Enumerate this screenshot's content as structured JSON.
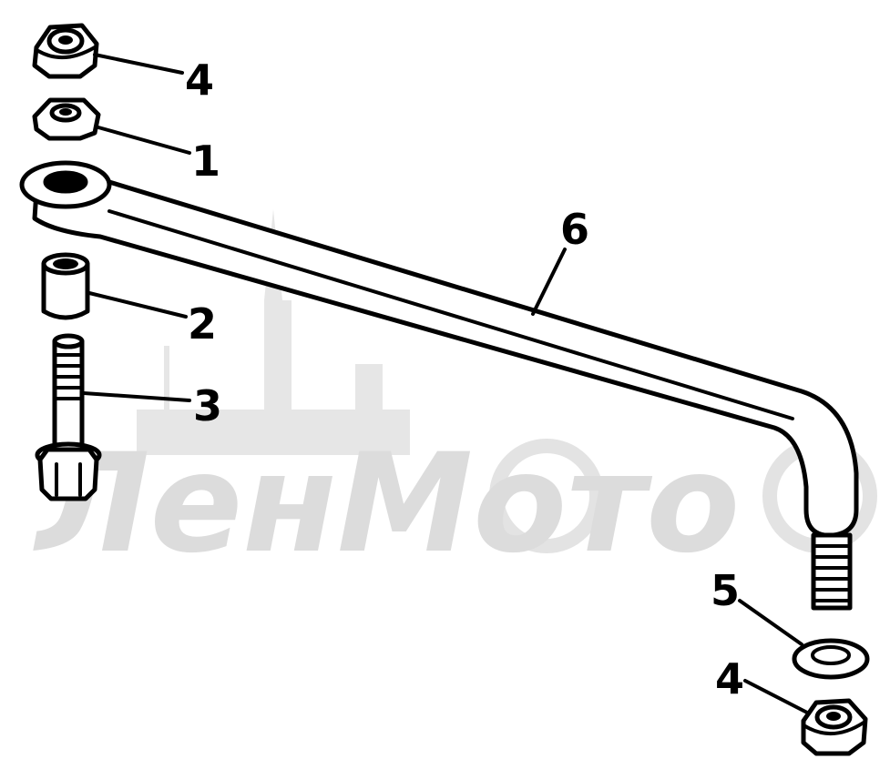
{
  "watermark": {
    "text": "ЛенМото",
    "color": "#dcdcdc"
  },
  "callouts": {
    "nut_top": "4",
    "nut_plain": "1",
    "bushing": "2",
    "bolt": "3",
    "link_rod": "6",
    "washer": "5",
    "nut_bottom": "4"
  }
}
